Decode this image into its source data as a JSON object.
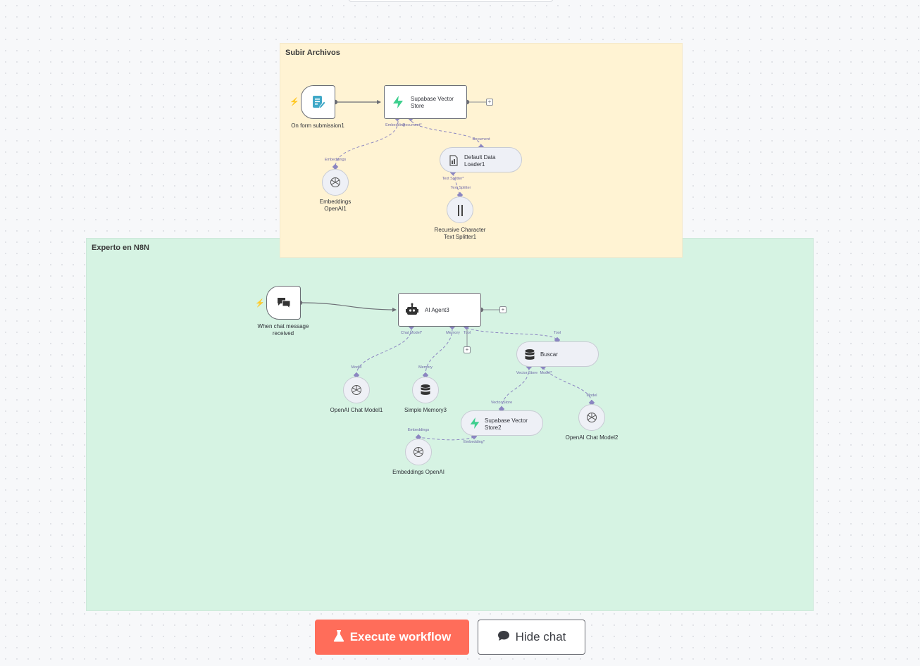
{
  "canvas": {
    "sticky_notes": [
      {
        "title": "Subir Archivos"
      },
      {
        "title": "Experto en N8N"
      }
    ]
  },
  "nodes": {
    "form_trigger": {
      "label": "On form submission1",
      "icon": "form-icon"
    },
    "supabase_store": {
      "label": "Supabase Vector Store",
      "icon": "supabase-icon"
    },
    "embeddings_openai1": {
      "label_line1": "Embeddings",
      "label_line2": "OpenAI1",
      "icon": "openai-icon"
    },
    "default_data_loader": {
      "label_line1": "Default Data",
      "label_line2": "Loader1",
      "icon": "document-icon"
    },
    "text_splitter": {
      "label_line1": "Recursive Character",
      "label_line2": "Text Splitter1",
      "icon": "splitter-icon"
    },
    "chat_trigger": {
      "label_line1": "When chat message",
      "label_line2": "received",
      "icon": "chat-icon"
    },
    "ai_agent": {
      "label": "AI Agent3",
      "icon": "robot-icon"
    },
    "chat_model1": {
      "label": "OpenAI Chat Model1",
      "icon": "openai-icon"
    },
    "memory": {
      "label": "Simple Memory3",
      "icon": "database-icon"
    },
    "buscar": {
      "label": "Buscar",
      "icon": "database-icon"
    },
    "supabase_store2": {
      "label_line1": "Supabase Vector",
      "label_line2": "Store2",
      "icon": "supabase-icon"
    },
    "chat_model2": {
      "label": "OpenAI Chat Model2",
      "icon": "openai-icon"
    },
    "embeddings_openai": {
      "label": "Embeddings OpenAI",
      "icon": "openai-icon"
    }
  },
  "ports": {
    "embedding": "Embedding",
    "document": "Document*",
    "embeddings": "Embeddings",
    "document2": "Document",
    "text_splitter_out": "Text Splitter*",
    "text_splitter_in": "Text Splitter",
    "chat_model": "Chat Model*",
    "memory": "Memory",
    "tool": "Tool",
    "tool_in": "Tool",
    "model": "Model",
    "memory_in": "Memory",
    "vector_store": "Vector Store",
    "model_out": "Model*",
    "vector_store_in": "Vector Store",
    "model_in": "Model",
    "embeddings_in": "Embeddings",
    "embedding_req": "Embedding*"
  },
  "footer": {
    "execute_label": "Execute workflow",
    "hide_chat_label": "Hide chat"
  },
  "colors": {
    "accent": "#ff6d5a",
    "sticky_yellow": "#fff3d3",
    "sticky_green": "#d6f3e3",
    "connector": "#8b85c1"
  }
}
